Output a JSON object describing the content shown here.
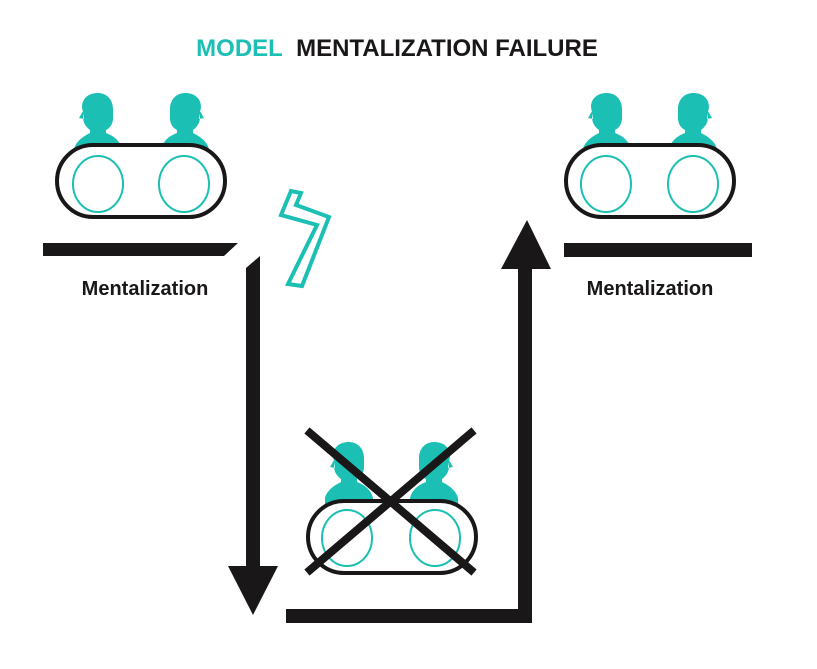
{
  "title": {
    "highlight": "MODEL",
    "rest": "MENTALIZATION FAILURE"
  },
  "labels": {
    "left": "Mentalization",
    "right": "Mentalization"
  },
  "colors": {
    "accent": "#1bbfb3",
    "ink": "#1a1718",
    "background": "#ffffff"
  },
  "icons": {
    "head": "person-head-icon",
    "lightning": "lightning-bolt-icon",
    "cross": "cross-out-icon",
    "arrow_down": "arrow-down-icon",
    "arrow_up": "arrow-up-icon"
  }
}
